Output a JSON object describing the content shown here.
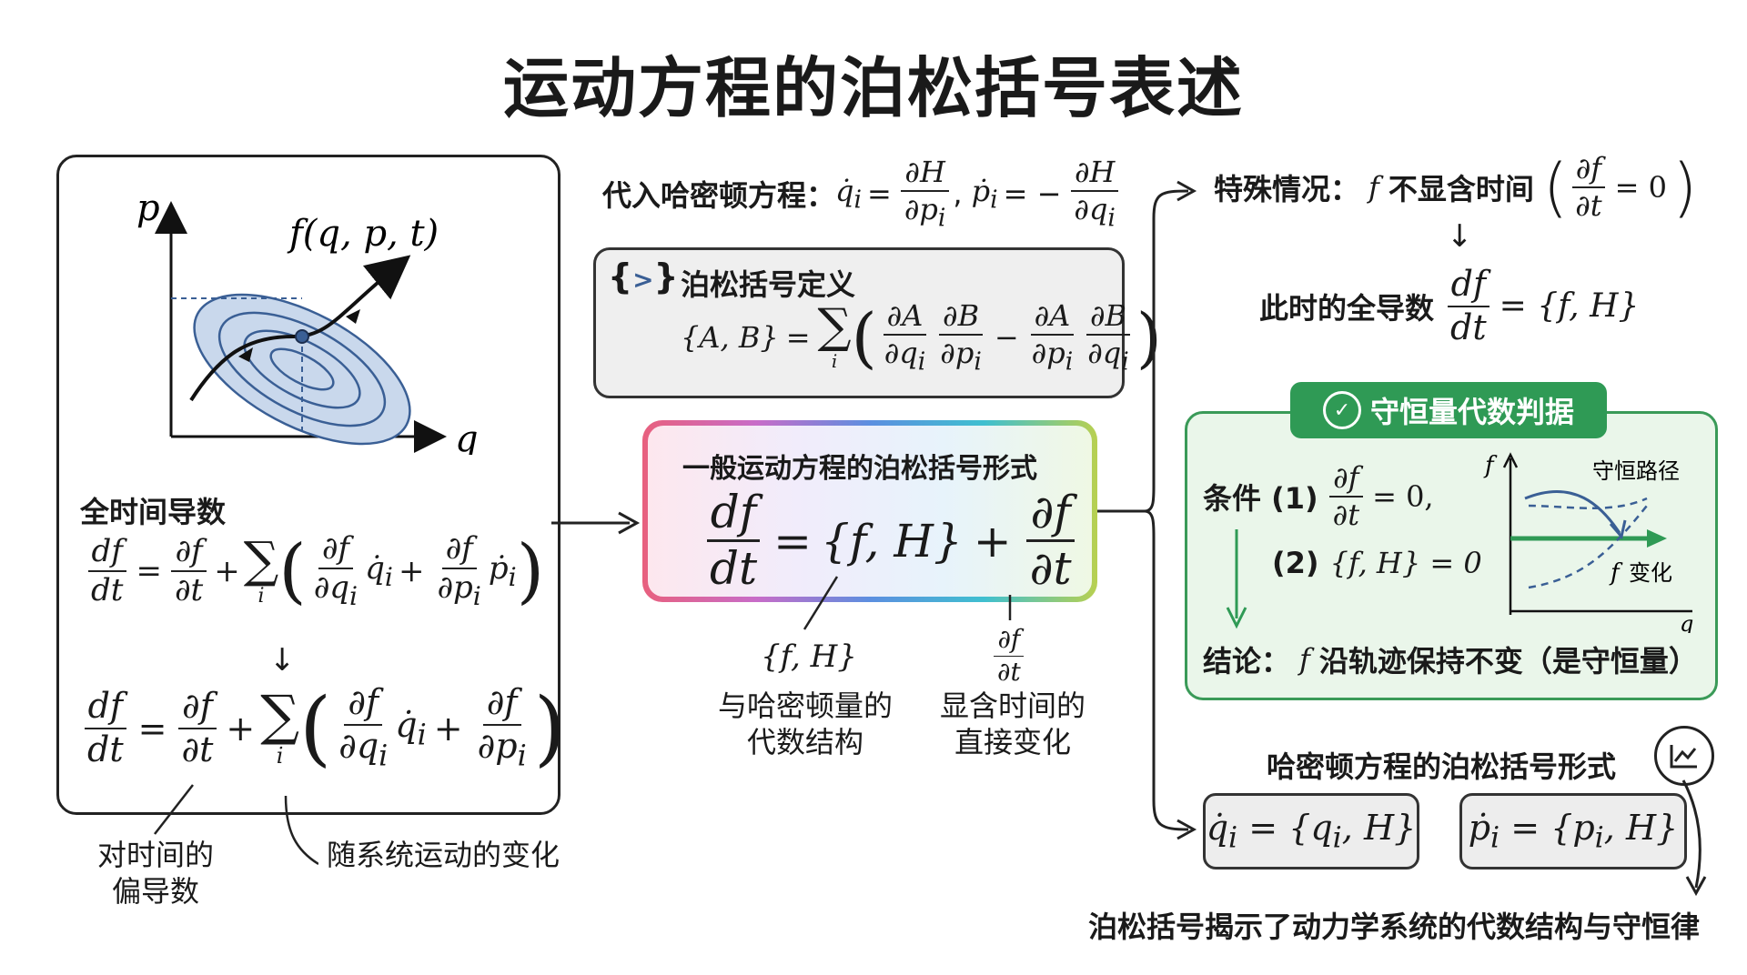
{
  "title": "运动方程的泊松括号表述",
  "left_panel": {
    "axis_p": "p",
    "axis_q": "q",
    "curve_label": "f(q, p, t)",
    "heading": "全时间导数",
    "note_partial": "对时间的偏导数",
    "note_partial_line1": "对时间的",
    "note_partial_line2": "偏导数",
    "note_motion": "随系统运动的变化"
  },
  "hamilton_line": {
    "prefix": "代入哈密顿方程："
  },
  "definition_box": {
    "heading": "泊松括号定义",
    "icon_glyph": "{ > }"
  },
  "main_box": {
    "heading": "一般运动方程的泊松括号形式"
  },
  "annotations": {
    "fh_symbol": "{f, H}",
    "fh_line1": "与哈密顿量的",
    "fh_line2": "代数结构",
    "dt_line1": "显含时间的",
    "dt_line2": "直接变化"
  },
  "special_case": {
    "prefix": "特殊情况：",
    "f": "f",
    "text": "不显含时间",
    "total_prefix": "此时的全导数",
    "total_rhs": "= {f, H}"
  },
  "conserved": {
    "heading": "守恒量代数判据",
    "cond_label": "条件 (1)",
    "cond2_label": "(2)",
    "cond2_expr": "{f, H} = 0",
    "conclusion_prefix": "结论：",
    "conclusion_f": "f",
    "conclusion_text": "沿轨迹保持不变（是守恒量）",
    "plot_axis_f": "f",
    "plot_axis_q": "q",
    "plot_path": "守恒路径",
    "plot_change_f": "f",
    "plot_change": "变化"
  },
  "hamilton_form": {
    "heading": "哈密顿方程的泊松括号形式"
  },
  "footer": "泊松括号揭示了动力学系统的代数结构与守恒律",
  "colors": {
    "green": "#2f9a55",
    "ellipse_fill": "#c9d8ec",
    "ellipse_stroke": "#3a5f95"
  }
}
